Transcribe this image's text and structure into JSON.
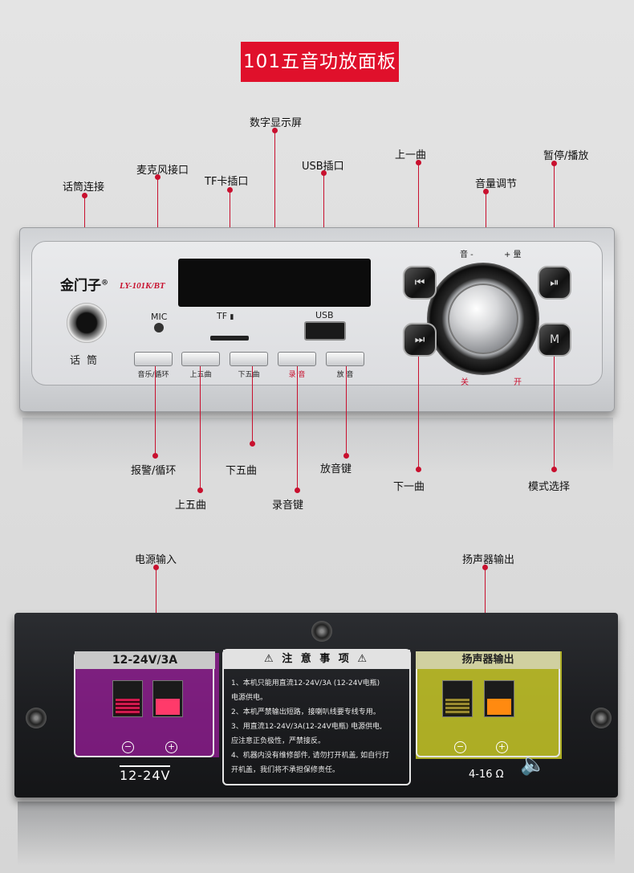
{
  "title": "101五音功放面板",
  "front": {
    "callouts_top": {
      "mic_connect": "话筒连接",
      "mic_port": "麦克风接口",
      "tf_slot": "TF卡插口",
      "display": "数字显示屏",
      "usb_port": "USB插口",
      "prev": "上一曲",
      "volume": "音量调节",
      "play_pause": "暂停/播放"
    },
    "callouts_bottom": {
      "alarm_loop": "报警/循环",
      "prev_five": "上五曲",
      "next_five": "下五曲",
      "record_key": "录音键",
      "playback_key": "放音键",
      "next": "下一曲",
      "mode_select": "模式选择"
    },
    "panel": {
      "brand": "金门子",
      "brand_mark": "®",
      "model": "LY-101K/BT",
      "mic_label": "MIC",
      "tf_label": "TF",
      "usb_label": "USB",
      "jack_label": "话筒",
      "buttons": [
        "音乐/循环",
        "上五曲",
        "下五曲",
        "录 音",
        "放 音"
      ],
      "knob_minus": "音 -",
      "knob_plus": "+ 量",
      "knob_off": "关",
      "knob_on": "开"
    }
  },
  "rear": {
    "callouts": {
      "power_input": "电源输入",
      "speaker_output": "扬声器输出"
    },
    "power_heading": "12-24V/3A",
    "power_voltage": "12-24V",
    "notes_heading": "注 意 事 项",
    "notes": [
      "1、本机只能用直流12-24V/3A (12-24V电瓶)",
      "电源供电。",
      "2、本机严禁输出短路，接喇叭线要专线专用。",
      "3、用直流12-24V/3A(12-24V电瓶) 电源供电,",
      "应注意正负极性，严禁接反。",
      "4、机器内没有维修部件, 请勿打开机盖, 如自行打",
      "开机盖，我们将不承担保修责任。"
    ],
    "speaker_heading": "扬声器输出",
    "speaker_impedance": "4-16 Ω",
    "minus": "−",
    "plus": "+"
  },
  "colors": {
    "accent_red": "#e0102b",
    "power_highlight": "#c81ec8",
    "speaker_highlight": "#e6e628"
  }
}
